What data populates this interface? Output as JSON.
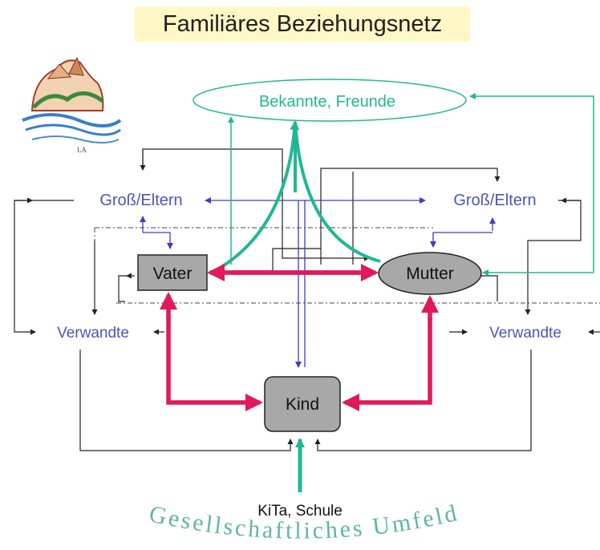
{
  "title": "Familiäres Beziehungsnetz",
  "nodes": {
    "bekannte": "Bekannte, Freunde",
    "grosseltern_left": "Groß/Eltern",
    "grosseltern_right": "Groß/Eltern",
    "vater": "Vater",
    "mutter": "Mutter",
    "verwandte_left": "Verwandte",
    "verwandte_right": "Verwandte",
    "kind": "Kind",
    "kita": "KiTa, Schule"
  },
  "environment_label": "Gesellschaftliches Umfeld",
  "colors": {
    "family_arrow": "#e0195a",
    "friends": "#20b894",
    "relatives_text": "#4a56b8",
    "link": "#3c3cc8",
    "node_fill": "#a8a8a8",
    "title_bg": "#fff8c4"
  },
  "icons": [
    "landscape-logo-icon"
  ]
}
